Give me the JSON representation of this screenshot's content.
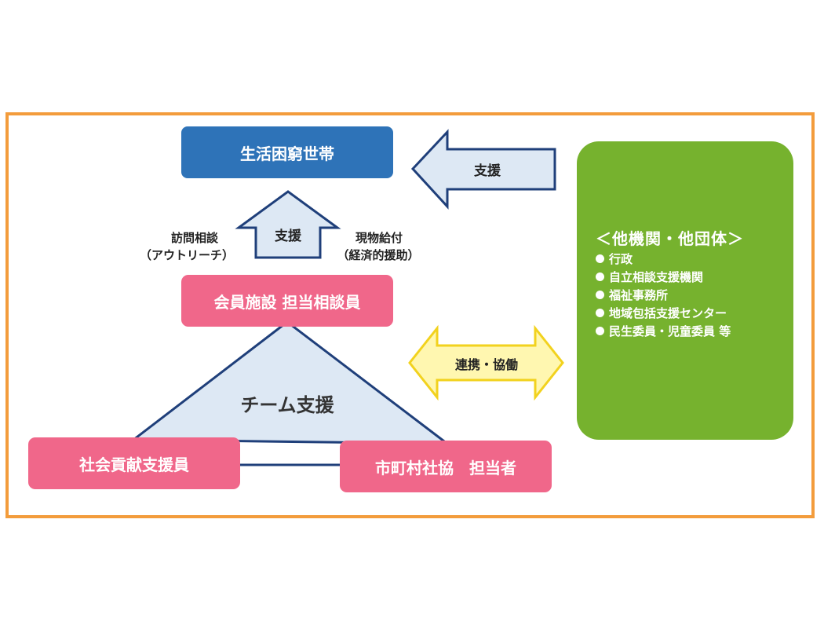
{
  "diagram": {
    "households_label": "生活困窮世帯",
    "arrow_top_support_label": "支援",
    "arrow_up_support_label": "支援",
    "visit_consult_line1": "訪問相談",
    "visit_consult_line2": "（アウトリーチ）",
    "in_kind_line1": "現物給付",
    "in_kind_line2": "（経済的援助）",
    "facility_counselor_label": "会員施設 担当相談員",
    "team_support_label": "チーム支援",
    "social_contribution_label": "社会貢献支援員",
    "municipal_council_label": "市町村社協　担当者",
    "cooperation_label": "連携・協働",
    "other_orgs": {
      "title": "＜他機関・他団体＞",
      "items": [
        "行政",
        "自立相談支援機関",
        "福祉事務所",
        "地域包括支援センター",
        "民生委員・児童委員 等"
      ]
    }
  },
  "colors": {
    "frame": "#f39c3c",
    "households_box": "#2e73b8",
    "pink_box": "#f0678a",
    "green_box": "#76b22e",
    "arrow_fill": "#dde8f4",
    "arrow_stroke": "#1f3f7a",
    "cooperation_fill": "#fff7b0",
    "cooperation_stroke": "#f2d21e",
    "triangle_fill": "#dde8f4",
    "triangle_stroke": "#1f3f7a"
  }
}
